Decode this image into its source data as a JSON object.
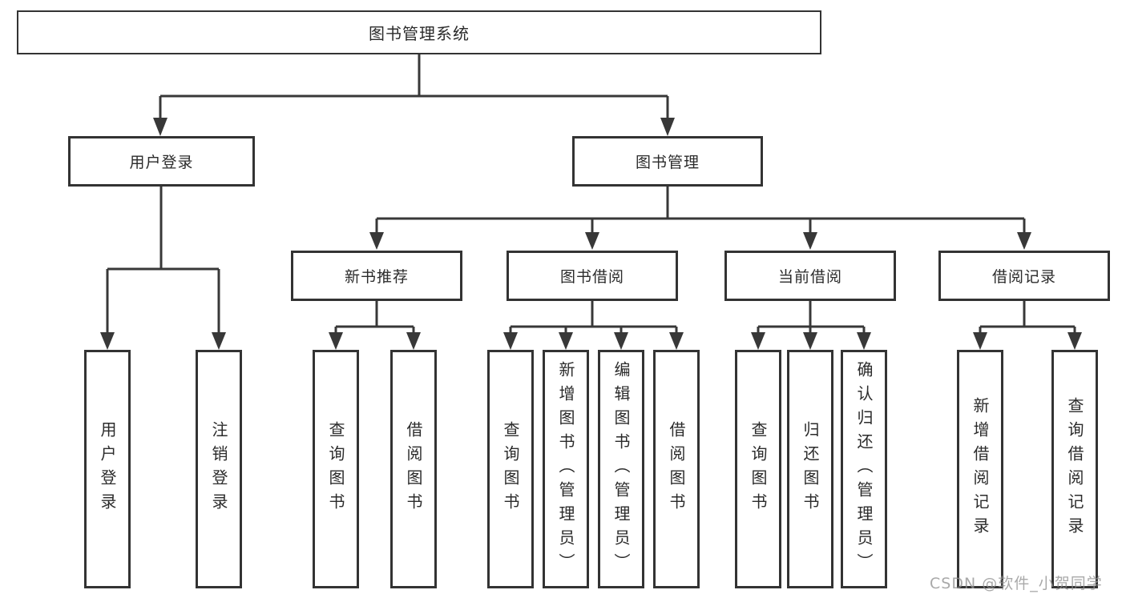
{
  "diagram": {
    "watermark": "CSDN @软件_小贺同学",
    "colors": {
      "line": "#383838",
      "box_border": "#333333",
      "text": "#2b2b2b",
      "watermark": "#919191",
      "background": "#ffffff"
    }
  },
  "nodes": {
    "root": {
      "label": "图书管理系统"
    },
    "user_login": {
      "label": "用户登录",
      "children": [
        {
          "label": "用户登录"
        },
        {
          "label": "注销登录"
        }
      ]
    },
    "book_management": {
      "label": "图书管理"
    },
    "new_book_recommend": {
      "label": "新书推荐",
      "children": [
        {
          "label": "查询图书"
        },
        {
          "label": "借阅图书"
        }
      ]
    },
    "book_borrow": {
      "label": "图书借阅",
      "children": [
        {
          "label": "查询图书"
        },
        {
          "label": "新增图书（管理员）"
        },
        {
          "label": "编辑图书（管理员）"
        },
        {
          "label": "借阅图书"
        }
      ]
    },
    "current_borrow": {
      "label": "当前借阅",
      "children": [
        {
          "label": "查询图书"
        },
        {
          "label": "归还图书"
        },
        {
          "label": "确认归还（管理员）"
        }
      ]
    },
    "borrow_records": {
      "label": "借阅记录",
      "children": [
        {
          "label": "新增借阅记录"
        },
        {
          "label": "查询借阅记录"
        }
      ]
    }
  }
}
